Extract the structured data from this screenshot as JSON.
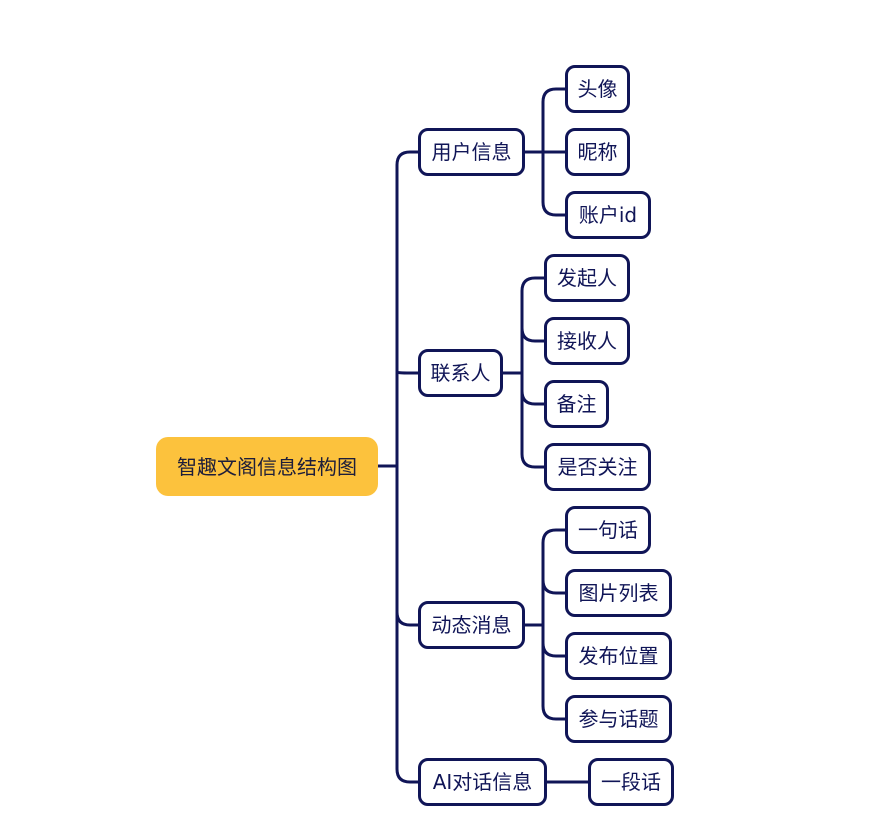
{
  "colors": {
    "root_fill": "#fcc23d",
    "line": "#101557",
    "text": "#101557",
    "node_fill": "#ffffff"
  },
  "mindmap": {
    "root": "智趣文阁信息结构图",
    "branches": [
      {
        "label": "用户信息",
        "children": [
          "头像",
          "昵称",
          "账户id"
        ]
      },
      {
        "label": "联系人",
        "children": [
          "发起人",
          "接收人",
          "备注",
          "是否关注"
        ]
      },
      {
        "label": "动态消息",
        "children": [
          "一句话",
          "图片列表",
          "发布位置",
          "参与话题"
        ]
      },
      {
        "label": "AI对话信息",
        "children": [
          "一段话"
        ]
      }
    ]
  }
}
